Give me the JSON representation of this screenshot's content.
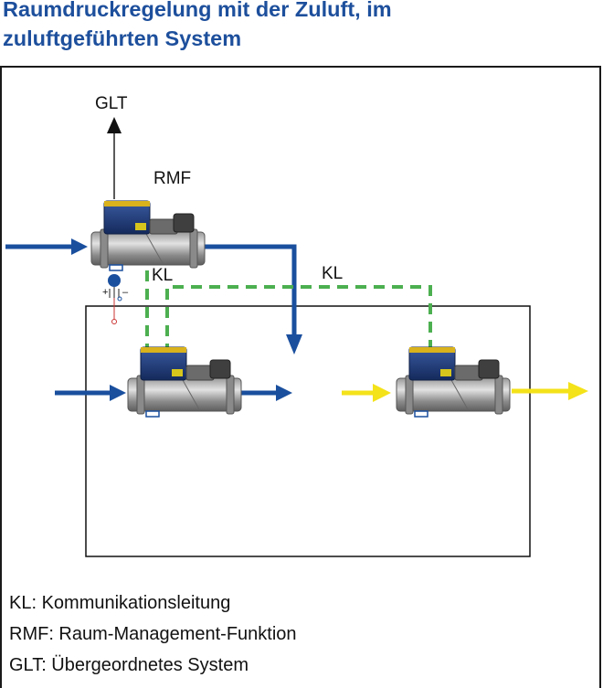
{
  "title": {
    "line1": "Raumdruckregelung mit der Zuluft, im",
    "line2": "zuluftgeführten System"
  },
  "labels": {
    "glt": "GLT",
    "rmf": "RMF",
    "kl_left": "KL",
    "kl_right": "KL",
    "plus": "+",
    "minus": "–"
  },
  "legend": [
    "KL: Kommunikationsleitung",
    "RMF: Raum-Management-Funktion",
    "GLT: Übergeordnetes System"
  ],
  "colors": {
    "title": "#1d4f9c",
    "supply_arrow": "#1a4f9e",
    "exhaust_arrow": "#f4e21a",
    "communication_line": "#4caf50",
    "control_unit": "#1f3d7a"
  }
}
